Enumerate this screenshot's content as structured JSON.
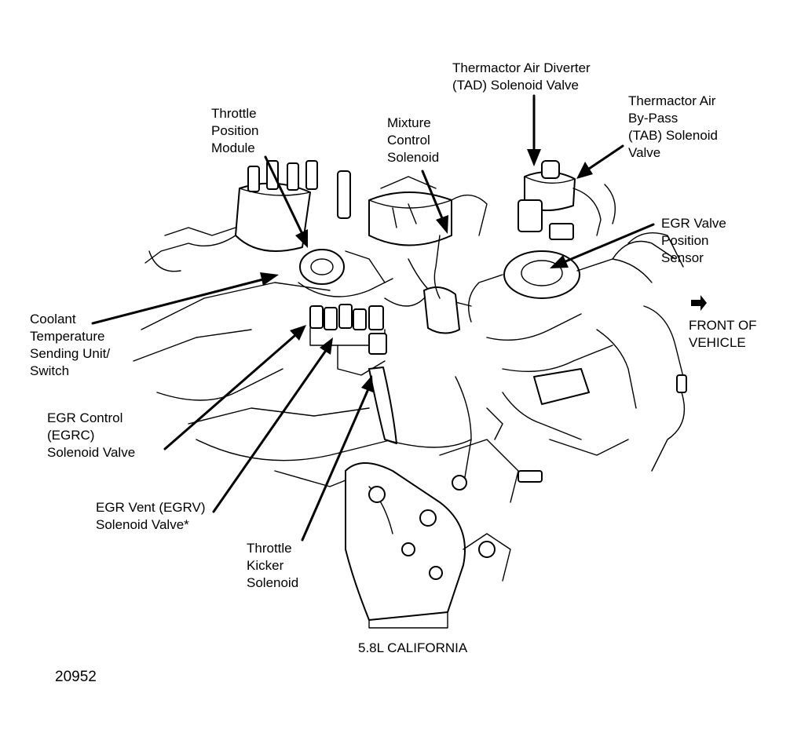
{
  "labels": {
    "tad": [
      "Thermactor Air Diverter",
      "(TAD) Solenoid Valve"
    ],
    "tab": [
      "Thermactor Air",
      "By-Pass",
      "(TAB) Solenoid",
      "Valve"
    ],
    "throttle_position": [
      "Throttle",
      "Position",
      "Module"
    ],
    "mixture_control": [
      "Mixture",
      "Control",
      "Solenoid"
    ],
    "egr_position_sensor": [
      "EGR Valve",
      "Position",
      "Sensor"
    ],
    "front_of_vehicle": [
      "FRONT OF",
      "VEHICLE"
    ],
    "coolant_sensor": [
      "Coolant",
      "Temperature",
      "Sending Unit/",
      "Switch"
    ],
    "egrc": [
      "EGR Control",
      "(EGRC)",
      "Solenoid Valve"
    ],
    "egrv": [
      "EGR Vent (EGRV)",
      "Solenoid Valve*"
    ],
    "throttle_kicker": [
      "Throttle",
      "Kicker",
      "Solenoid"
    ]
  },
  "caption": "5.8L CALIFORNIA",
  "figure_number": "20952"
}
